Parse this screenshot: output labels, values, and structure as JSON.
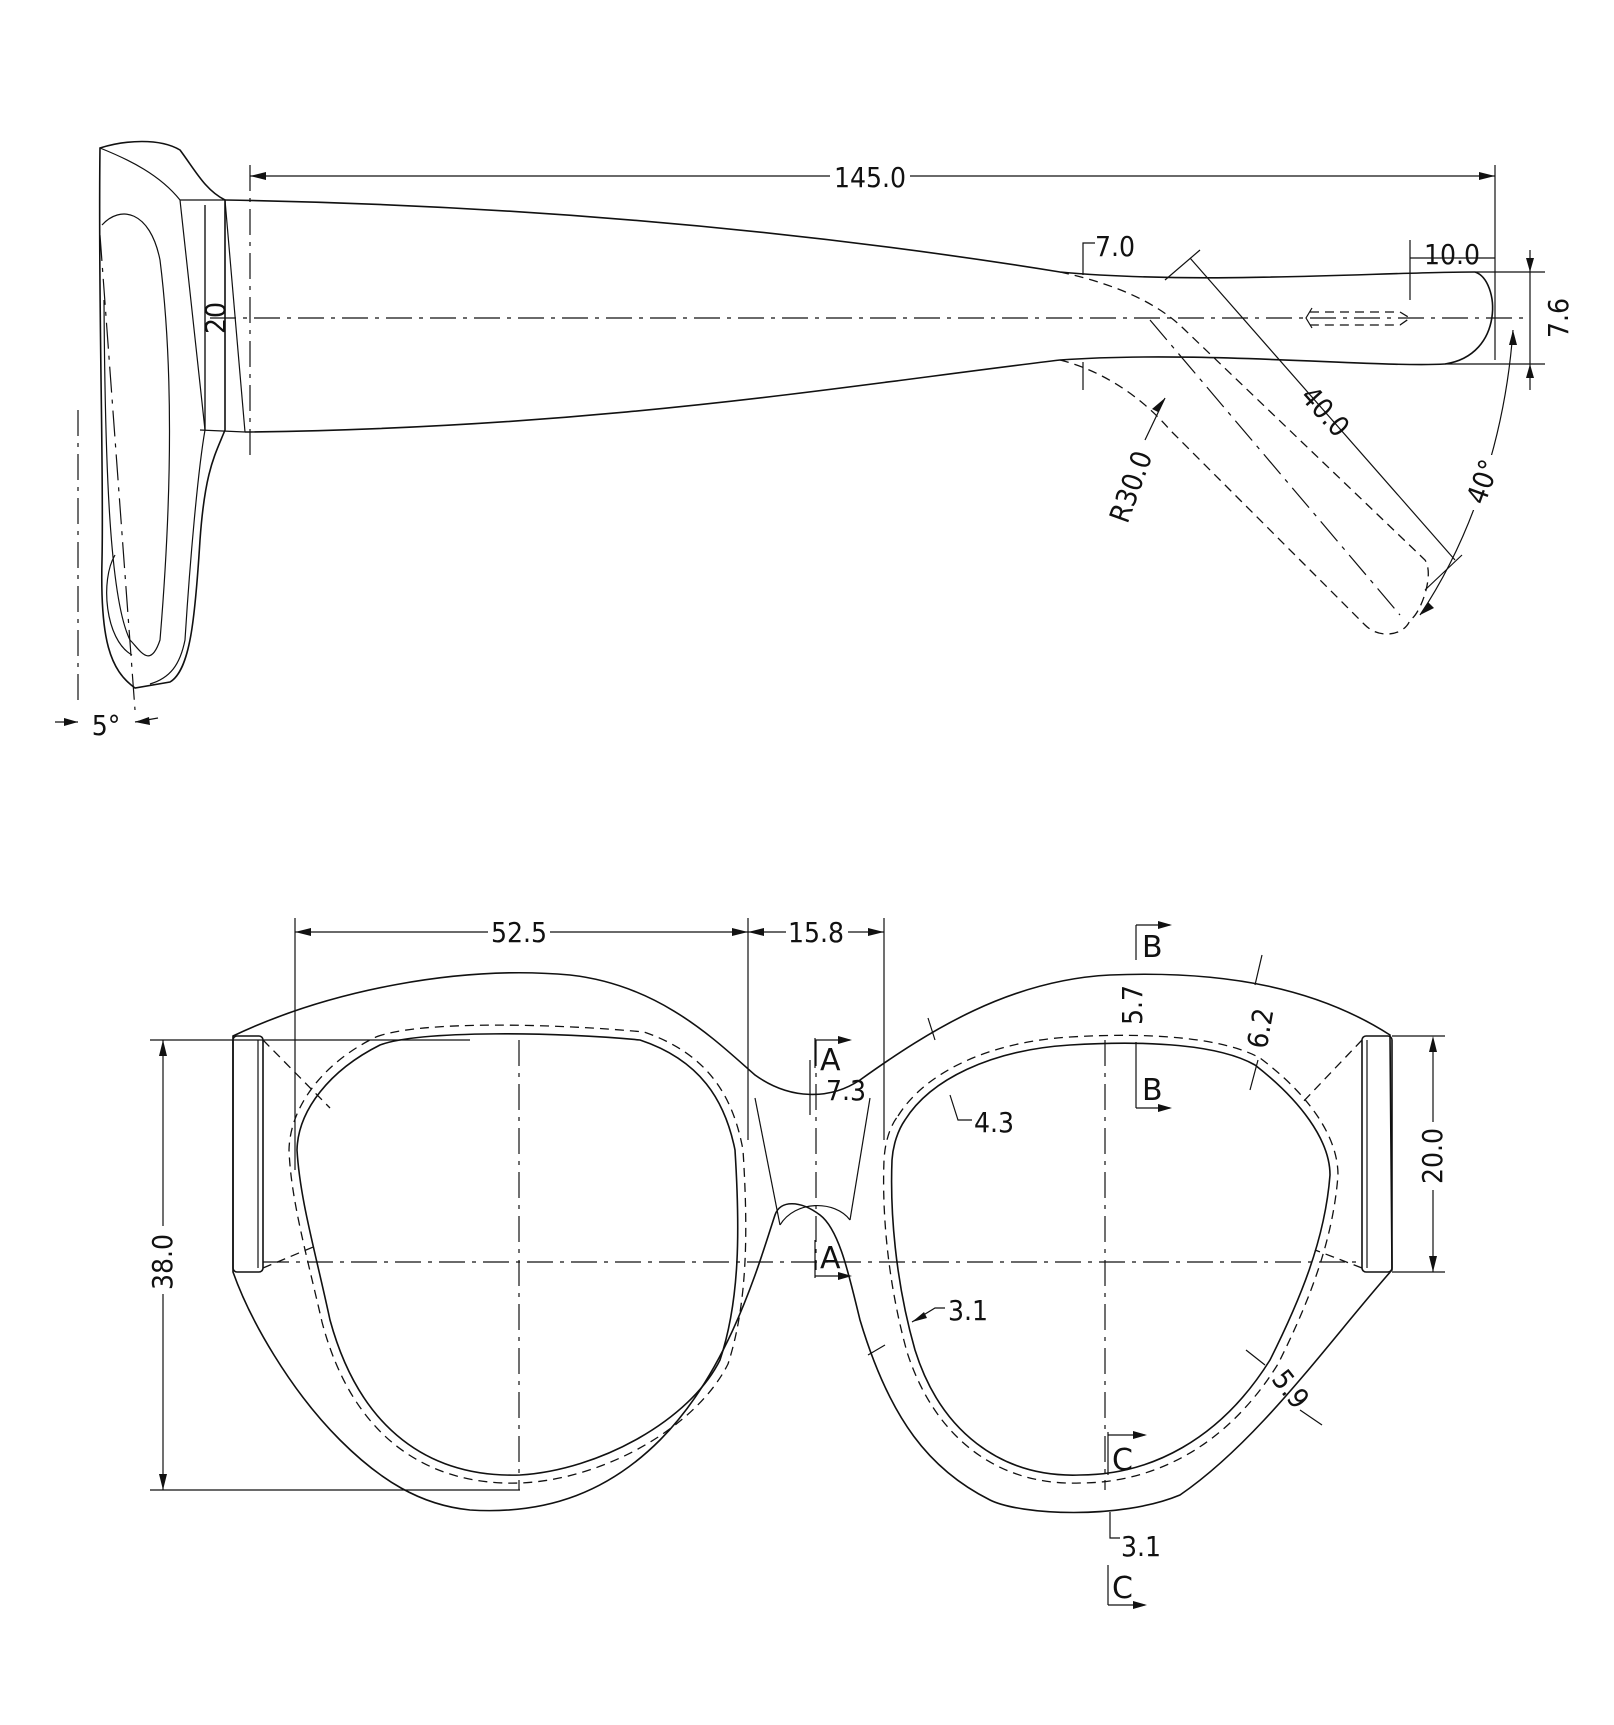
{
  "side_view": {
    "temple_length": "145.0",
    "lens_height": "20",
    "offset_top": "7.0",
    "tip_length": "10.0",
    "tip_height": "7.6",
    "bend_length": "40.0",
    "bend_radius": "R30.0",
    "bend_angle": "40°",
    "tilt_angle": "5°"
  },
  "front_view": {
    "lens_width": "52.5",
    "bridge_width": "15.8",
    "lens_height": "38.0",
    "hinge_height": "20.0",
    "bridge_height": "7.3",
    "rim_top": "5.7",
    "rim_upper_outer": "6.2",
    "rim_inner_top": "4.3",
    "rim_inner_bottom": "3.1",
    "rim_outer_bottom": "5.9",
    "rim_bottom": "3.1"
  },
  "section_markers": {
    "a": "A",
    "b": "B",
    "c": "C"
  }
}
